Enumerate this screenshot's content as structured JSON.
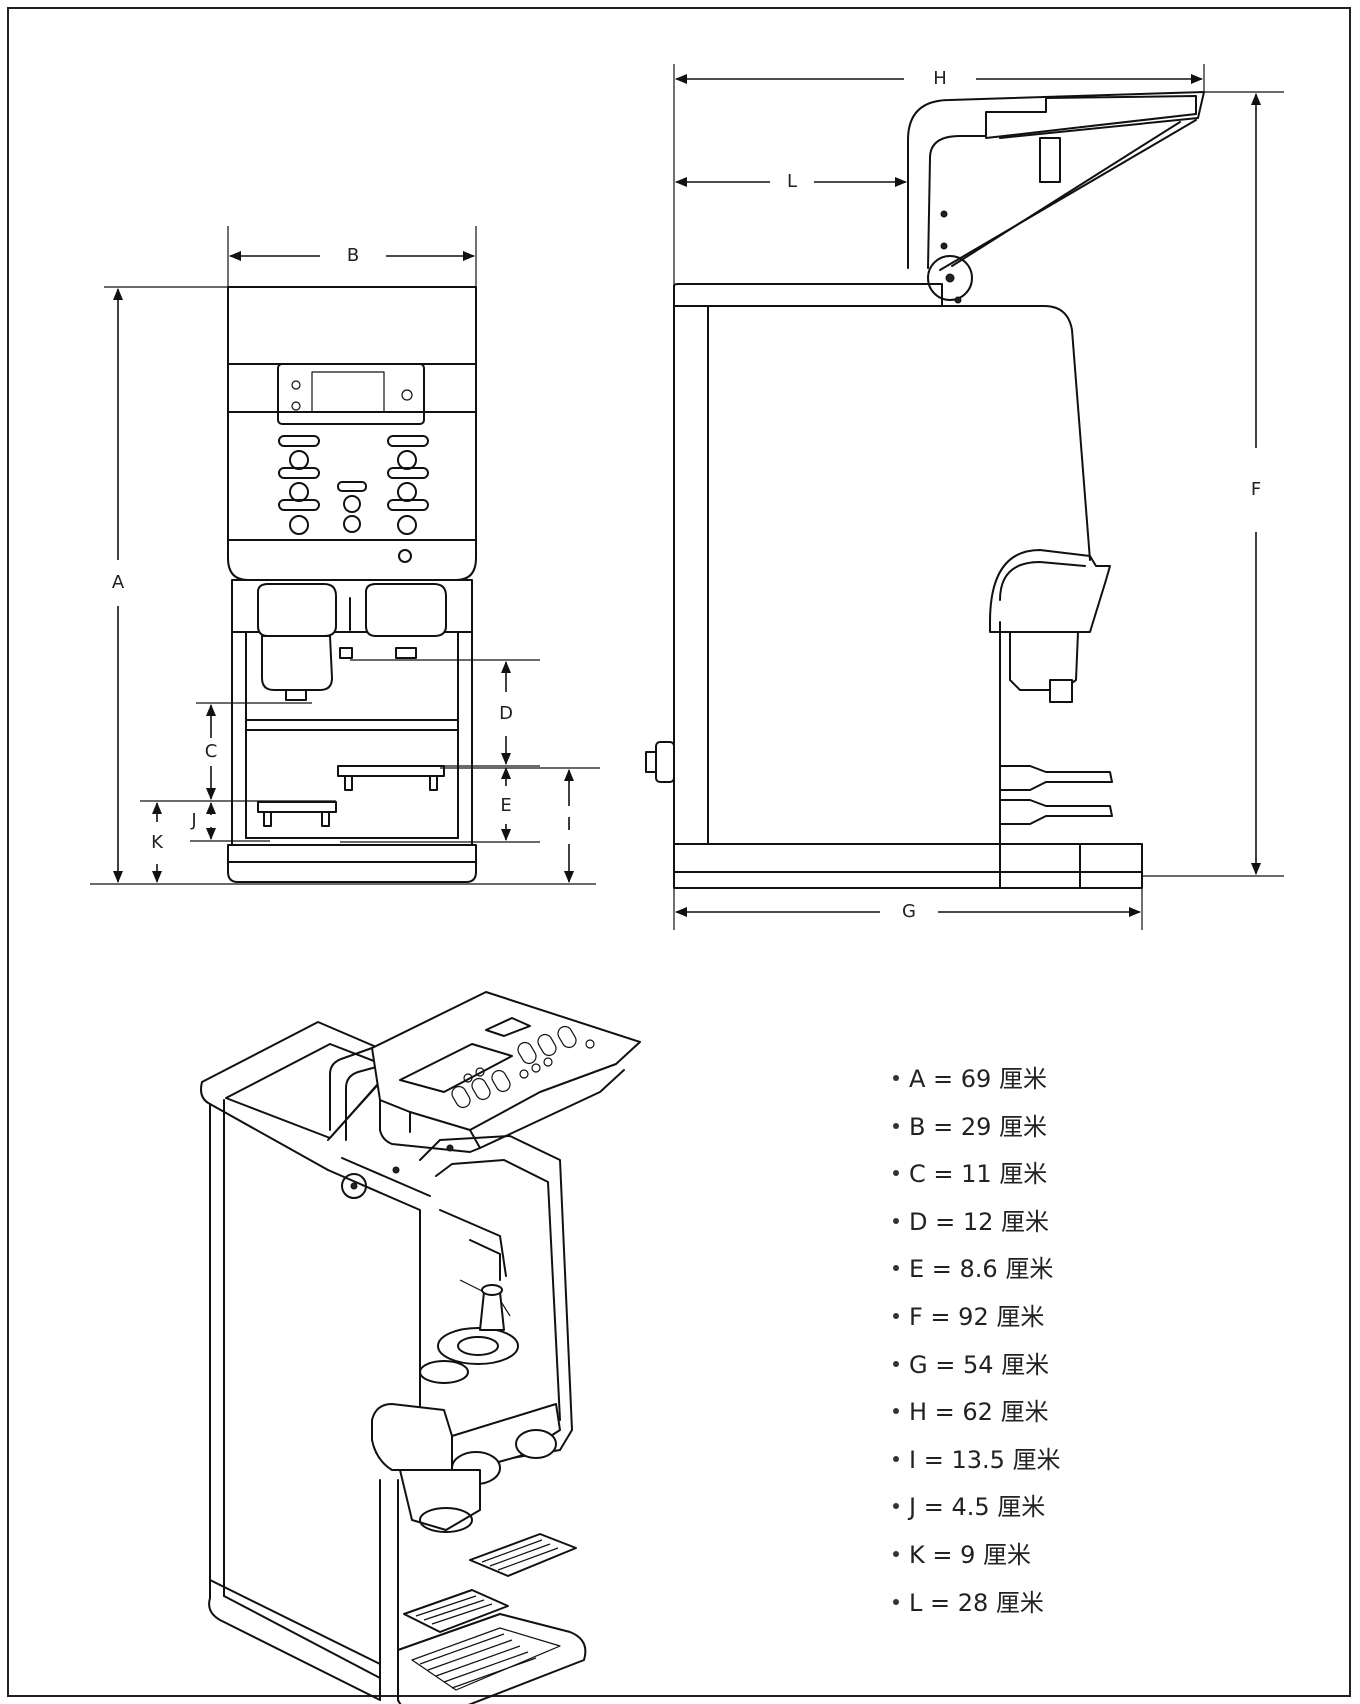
{
  "dimension_labels": {
    "A": "A",
    "B": "B",
    "C": "C",
    "D": "D",
    "E": "E",
    "F": "F",
    "G": "G",
    "H": "H",
    "I": "I",
    "J": "J",
    "K": "K",
    "L": "L"
  },
  "legend": [
    {
      "letter": "A",
      "text": "A = 69 厘米"
    },
    {
      "letter": "B",
      "text": "B = 29 厘米"
    },
    {
      "letter": "C",
      "text": "C = 11 厘米"
    },
    {
      "letter": "D",
      "text": "D = 12 厘米"
    },
    {
      "letter": "E",
      "text": "E = 8.6 厘米"
    },
    {
      "letter": "F",
      "text": "F = 92 厘米"
    },
    {
      "letter": "G",
      "text": "G = 54 厘米"
    },
    {
      "letter": "H",
      "text": "H = 62 厘米"
    },
    {
      "letter": "I",
      "text": "I = 13.5 厘米"
    },
    {
      "letter": "J",
      "text": "J = 4.5 厘米"
    },
    {
      "letter": "K",
      "text": "K = 9 厘米"
    },
    {
      "letter": "L",
      "text": "L = 28 厘米"
    }
  ]
}
